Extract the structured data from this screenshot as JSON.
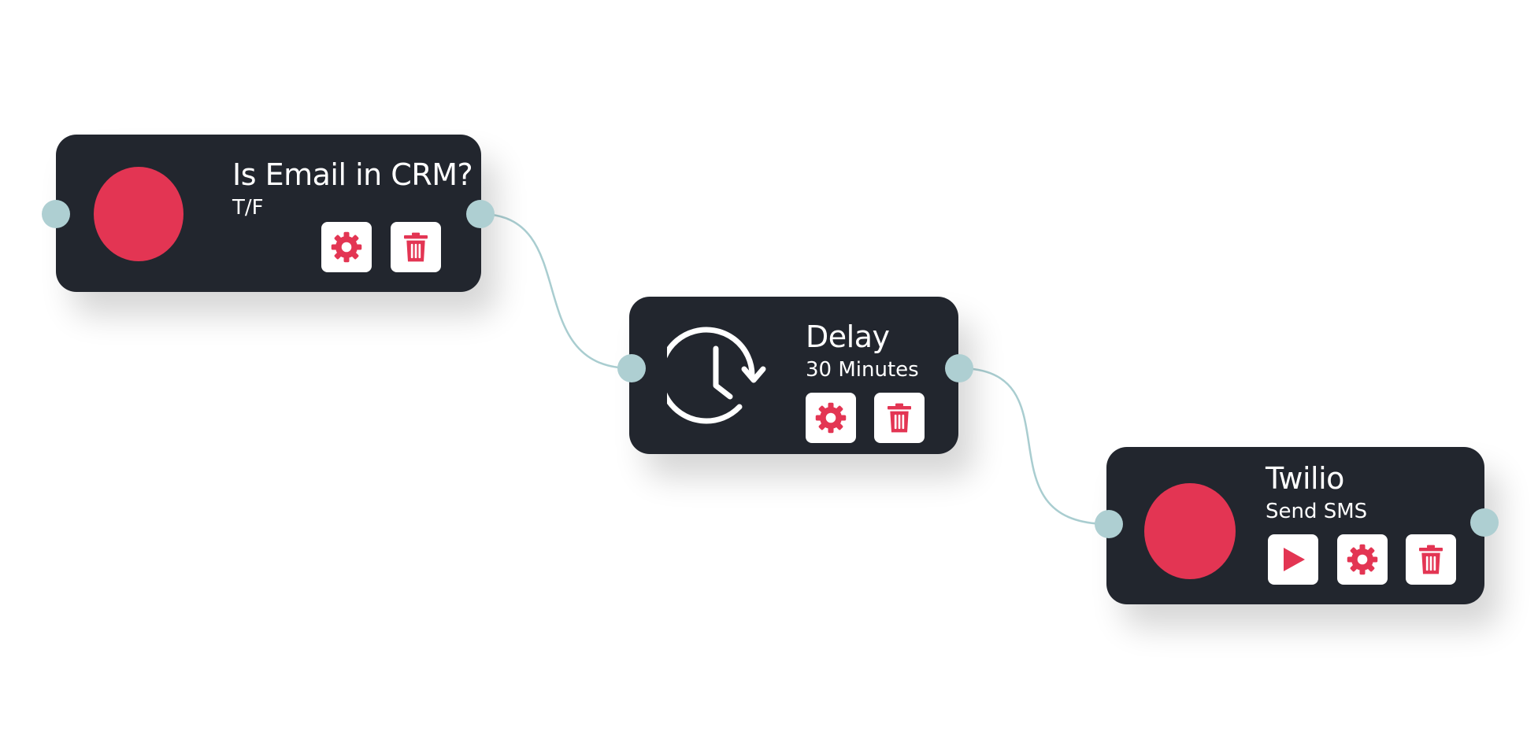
{
  "colors": {
    "node_bg": "#22262e",
    "accent": "#e33553",
    "port": "#aecfd2",
    "connector": "#a9cdd0",
    "button_bg": "#ffffff",
    "text": "#ffffff"
  },
  "nodes": [
    {
      "id": "crm-check",
      "title": "Is Email in CRM?",
      "subtitle": "T/F",
      "icon": "red-circle",
      "actions": [
        "gear-icon",
        "trash-icon"
      ]
    },
    {
      "id": "delay",
      "title": "Delay",
      "subtitle": "30 Minutes",
      "icon": "clock-icon",
      "actions": [
        "gear-icon",
        "trash-icon"
      ]
    },
    {
      "id": "twilio",
      "title": "Twilio",
      "subtitle": "Send SMS",
      "icon": "red-circle",
      "actions": [
        "play-icon",
        "gear-icon",
        "trash-icon"
      ]
    }
  ],
  "connections": [
    {
      "from": "crm-check",
      "to": "delay"
    },
    {
      "from": "delay",
      "to": "twilio"
    }
  ]
}
